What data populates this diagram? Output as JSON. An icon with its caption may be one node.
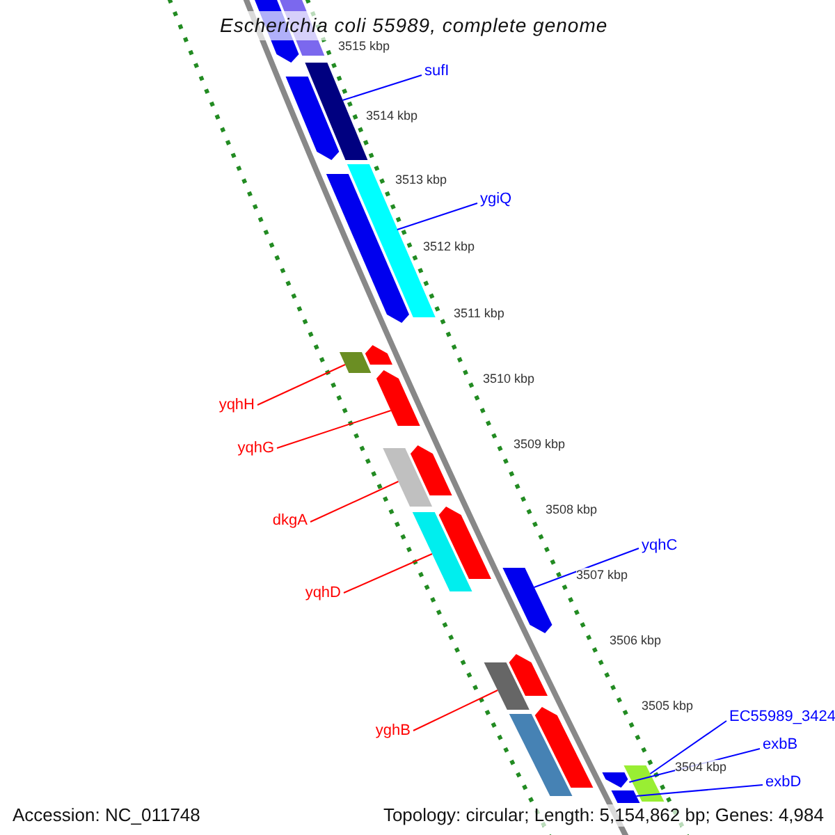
{
  "diagram": {
    "title": "Escherichia coli 55989, complete genome",
    "nodes": [
      {
        "text": [
          "sufI"
        ]
      },
      {
        "text": [
          "ygiQ"
        ]
      },
      {
        "text": [
          "yqhH"
        ]
      },
      {
        "text": [
          "yqhG"
        ]
      },
      {
        "text": [
          "dkgA"
        ]
      },
      {
        "text": [
          "yqhD"
        ]
      },
      {
        "text": [
          "yqhC"
        ]
      },
      {
        "text": [
          "yghB"
        ]
      },
      {
        "text": [
          "EC55989_3424"
        ]
      },
      {
        "text": [
          "exbB"
        ]
      },
      {
        "text": [
          "exbD"
        ]
      },
      {
        "text": [],
        "shape": "bar"
      },
      {
        "text": [],
        "shape": "bar"
      },
      {
        "text": [],
        "shape": "bar"
      },
      {
        "text": [],
        "shape": "bar"
      },
      {
        "text": [],
        "shape": "bar"
      },
      {
        "text": [],
        "shape": "bar"
      },
      {
        "text": [],
        "shape": "bar"
      },
      {
        "text": [],
        "shape": "bar"
      },
      {
        "text": [],
        "shape": "bar"
      },
      {
        "text": [],
        "shape": "bar"
      },
      {
        "text": [],
        "shape": "bar"
      },
      {
        "text": [],
        "shape": "bar"
      },
      {
        "text": [],
        "shape": "bar"
      },
      {
        "text": [],
        "shape": "bar"
      },
      {
        "text": [],
        "shape": "bar"
      },
      {
        "text": [],
        "shape": "bar"
      },
      {
        "text": [],
        "shape": "bar"
      },
      {
        "text": [],
        "shape": "bar"
      },
      {
        "text": [],
        "shape": "bar"
      },
      {
        "text": [],
        "shape": "bar"
      },
      {
        "text": [],
        "shape": "bar"
      }
    ],
    "edges": [
      {
        "from": 0,
        "to": 13,
        "arrow": "none"
      },
      {
        "from": 1,
        "to": 15,
        "arrow": "none"
      },
      {
        "from": 2,
        "to": 18,
        "arrow": "none",
        "color": "#ff0000"
      },
      {
        "from": 3,
        "to": 19,
        "arrow": "none",
        "color": "#ff0000"
      },
      {
        "from": 4,
        "to": 21,
        "arrow": "none",
        "color": "#ff0000"
      },
      {
        "from": 5,
        "to": 23,
        "arrow": "none",
        "color": "#ff0000"
      },
      {
        "from": 6,
        "to": 24,
        "arrow": "none"
      },
      {
        "from": 7,
        "to": 26,
        "arrow": "none",
        "color": "#ff0000"
      },
      {
        "from": 8,
        "to": 29,
        "arrow": "none"
      },
      {
        "from": 9,
        "to": 30,
        "arrow": "none"
      },
      {
        "from": 10,
        "to": 31,
        "arrow": "none"
      }
    ],
    "labels": [
      "3515 kbp",
      "3514 kbp",
      "3513 kbp",
      "3512 kbp",
      "3511 kbp",
      "3510 kbp",
      "3509 kbp",
      "3508 kbp",
      "3507 kbp",
      "3506 kbp",
      "3505 kbp",
      "3504 kbp",
      "Accession: NC_011748",
      "Topology: circular; Length: 5,154,862 bp; Genes: 4,984"
    ]
  }
}
